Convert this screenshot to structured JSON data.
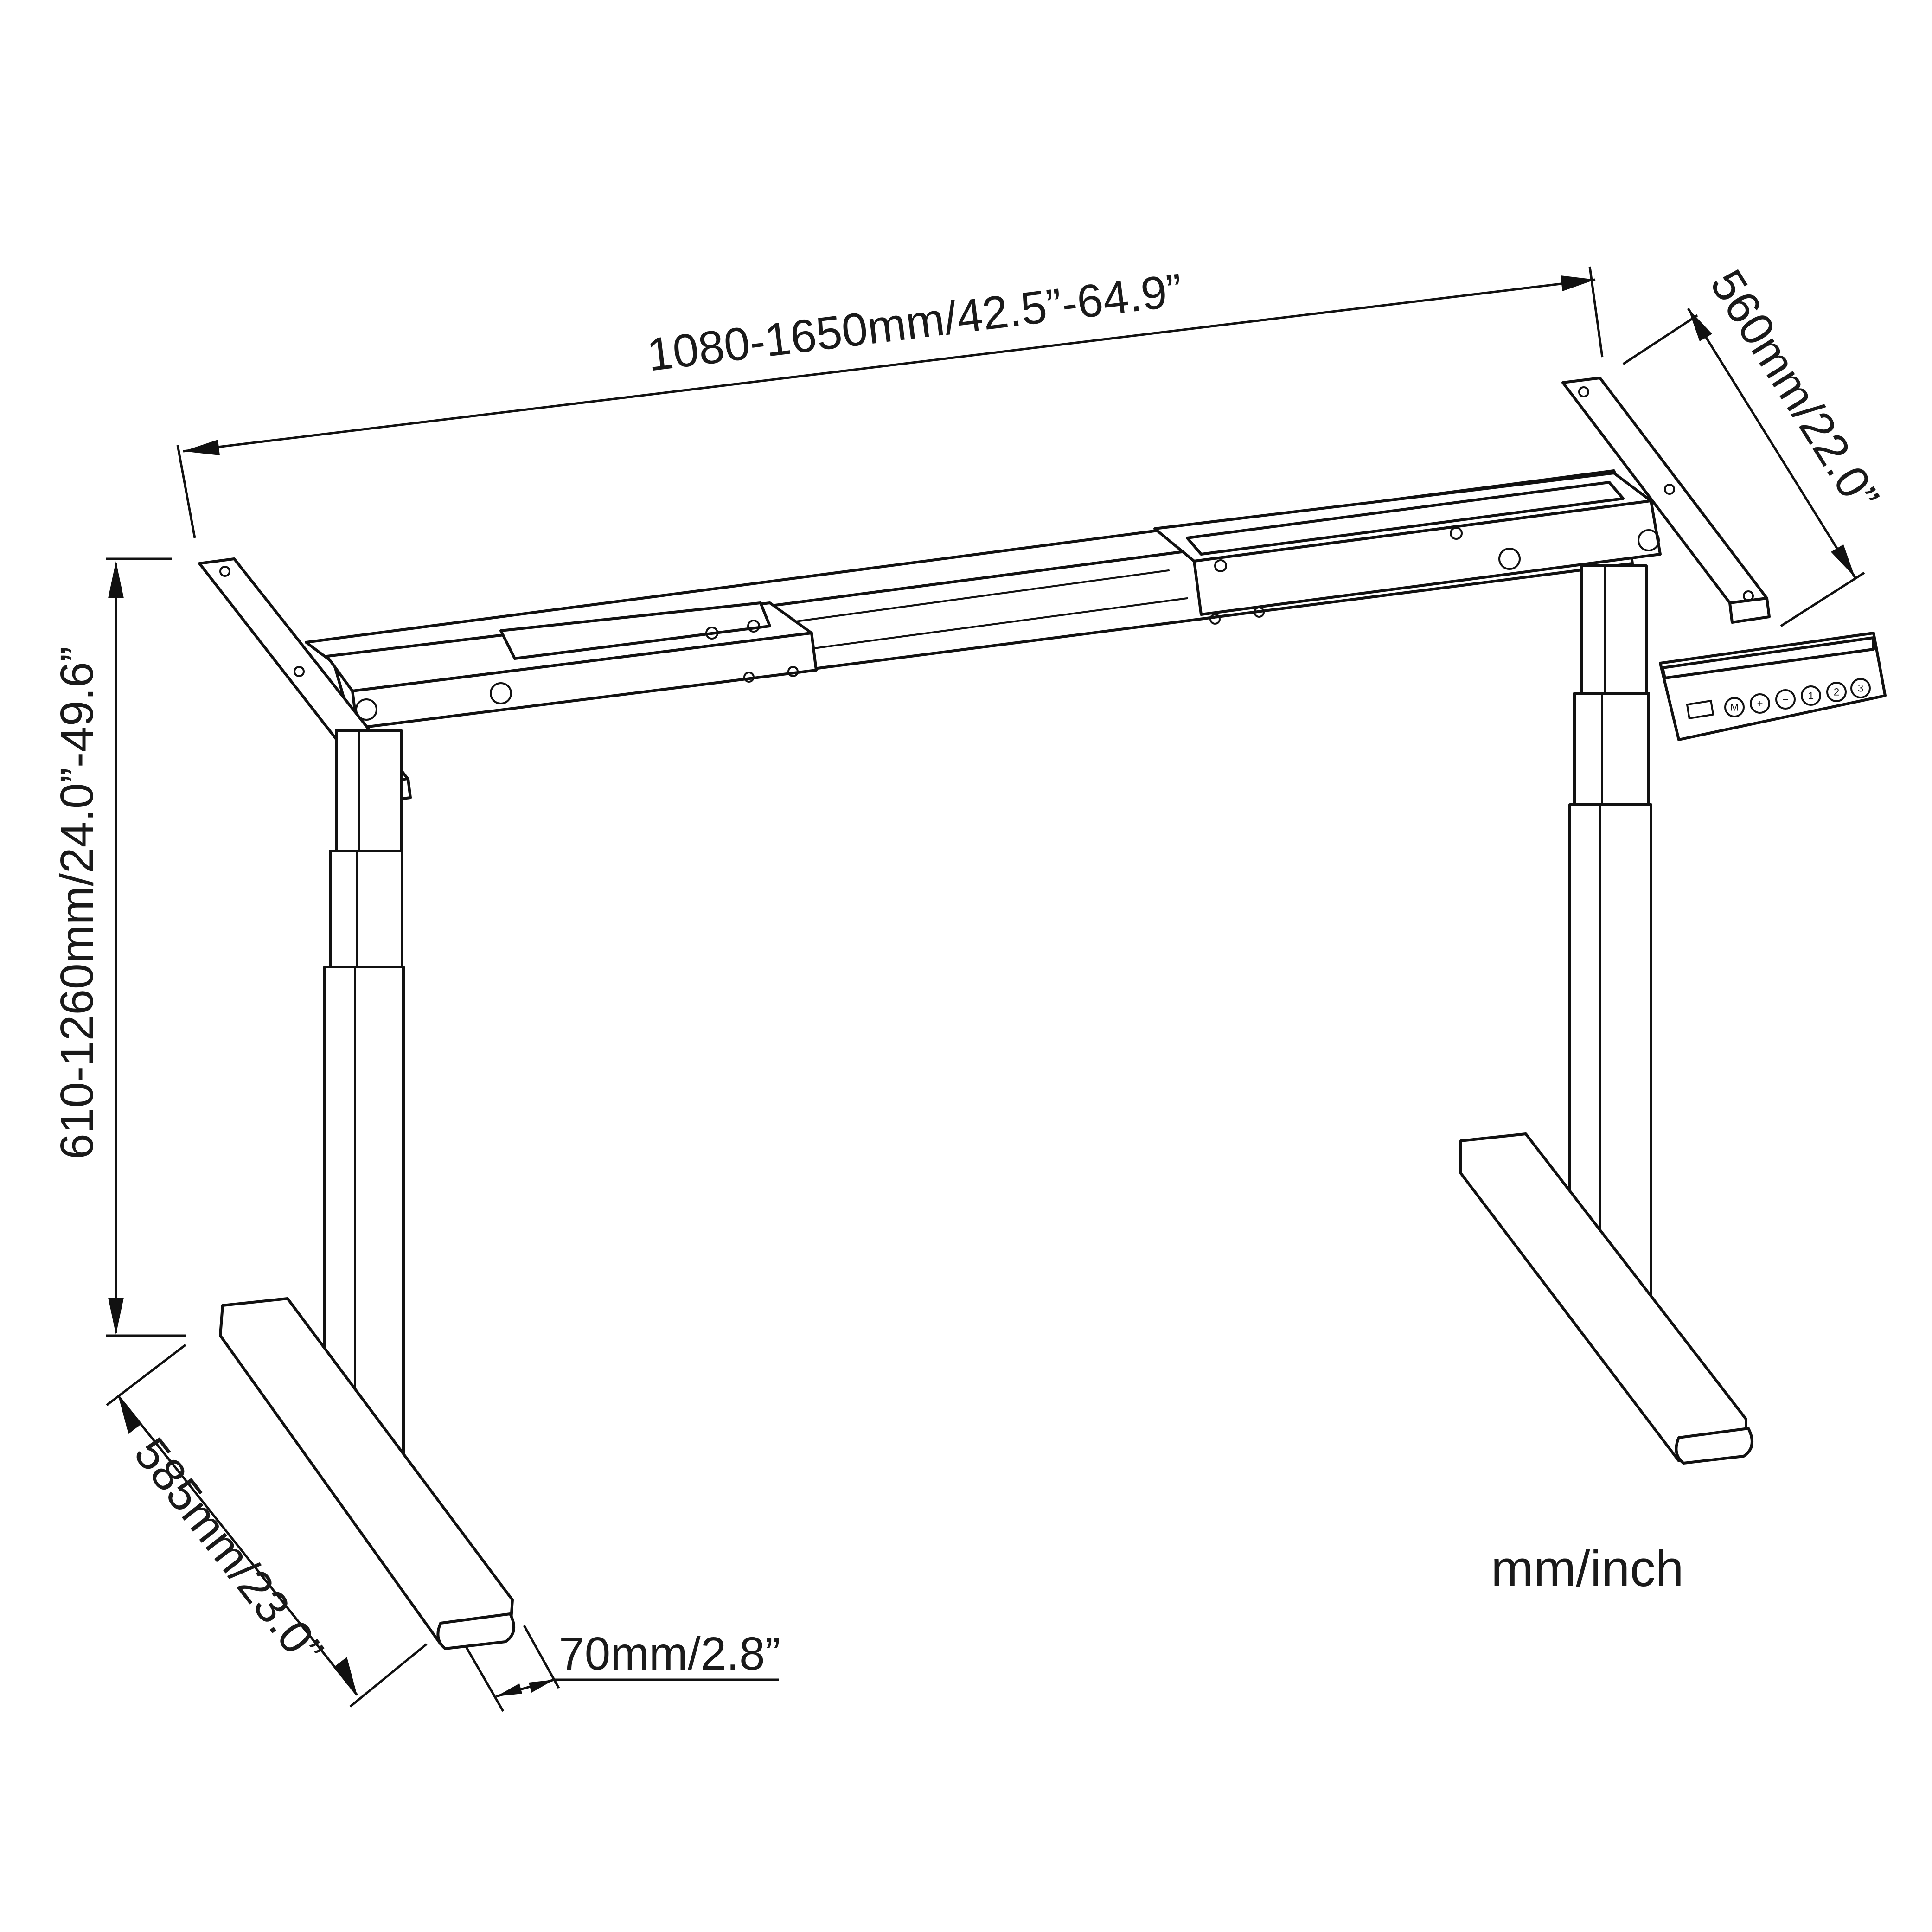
{
  "dimensions": {
    "width_range": "1080-1650mm/42.5”-64.9”",
    "depth": "560mm/22.0”",
    "height_range": "610-1260mm/24.0”-49.6”",
    "foot_length": "585mm/23.0”",
    "leg_width": "70mm/2.8”"
  },
  "units_note": "mm/inch",
  "control_panel": {
    "buttons": [
      "M",
      "+",
      "−",
      "1",
      "2",
      "3"
    ]
  }
}
